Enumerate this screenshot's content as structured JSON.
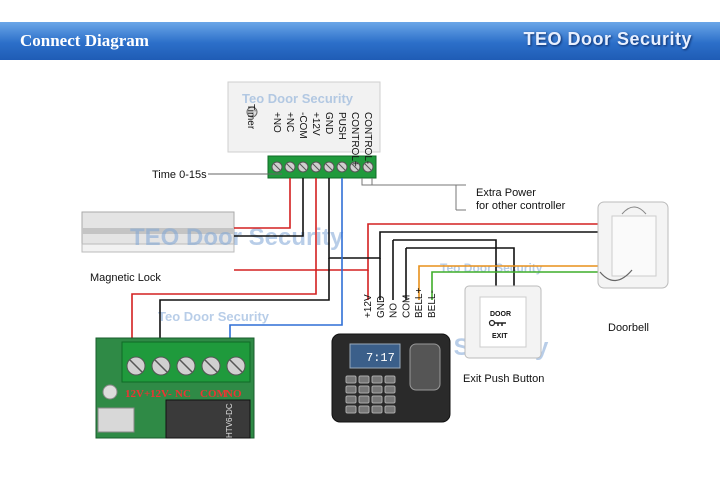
{
  "header": {
    "title": "Connect Diagram",
    "brand": "TEO Door Security"
  },
  "power_supply": {
    "watermark": "Teo Door Security",
    "timer_label": "Timer",
    "terminals": [
      "+NO",
      "+NC",
      "-COM",
      "+12V",
      "GND",
      "PUSH",
      "CONTROL+",
      "CONTROL-"
    ]
  },
  "labels": {
    "time": "Time 0-15s",
    "extra_power_line1": "Extra Power",
    "extra_power_line2": "for other controller",
    "magnetic_lock": "Magnetic Lock",
    "doorbell": "Doorbell",
    "exit_button": "Exit Push Button",
    "watermark": "TEO Door Security",
    "watermark_small": "Teo Door Security"
  },
  "controller_wires": [
    "+12V",
    "GND",
    "NO",
    "COM",
    "BELL+",
    "BELL-"
  ],
  "relay_board": {
    "terminals": [
      "12V+",
      "12V-",
      "NC",
      "COM",
      "NO"
    ],
    "model_text": "HTV6-DC"
  },
  "exit_button": {
    "line1": "DOOR",
    "line2": "EXIT"
  },
  "keypad": {
    "time": "7:17"
  },
  "colors": {
    "red": "#d42020",
    "black": "#111111",
    "blue": "#2f6fd6",
    "orange": "#e8901a",
    "green": "#3fae2a",
    "terminal_green": "#1f9a3c"
  }
}
